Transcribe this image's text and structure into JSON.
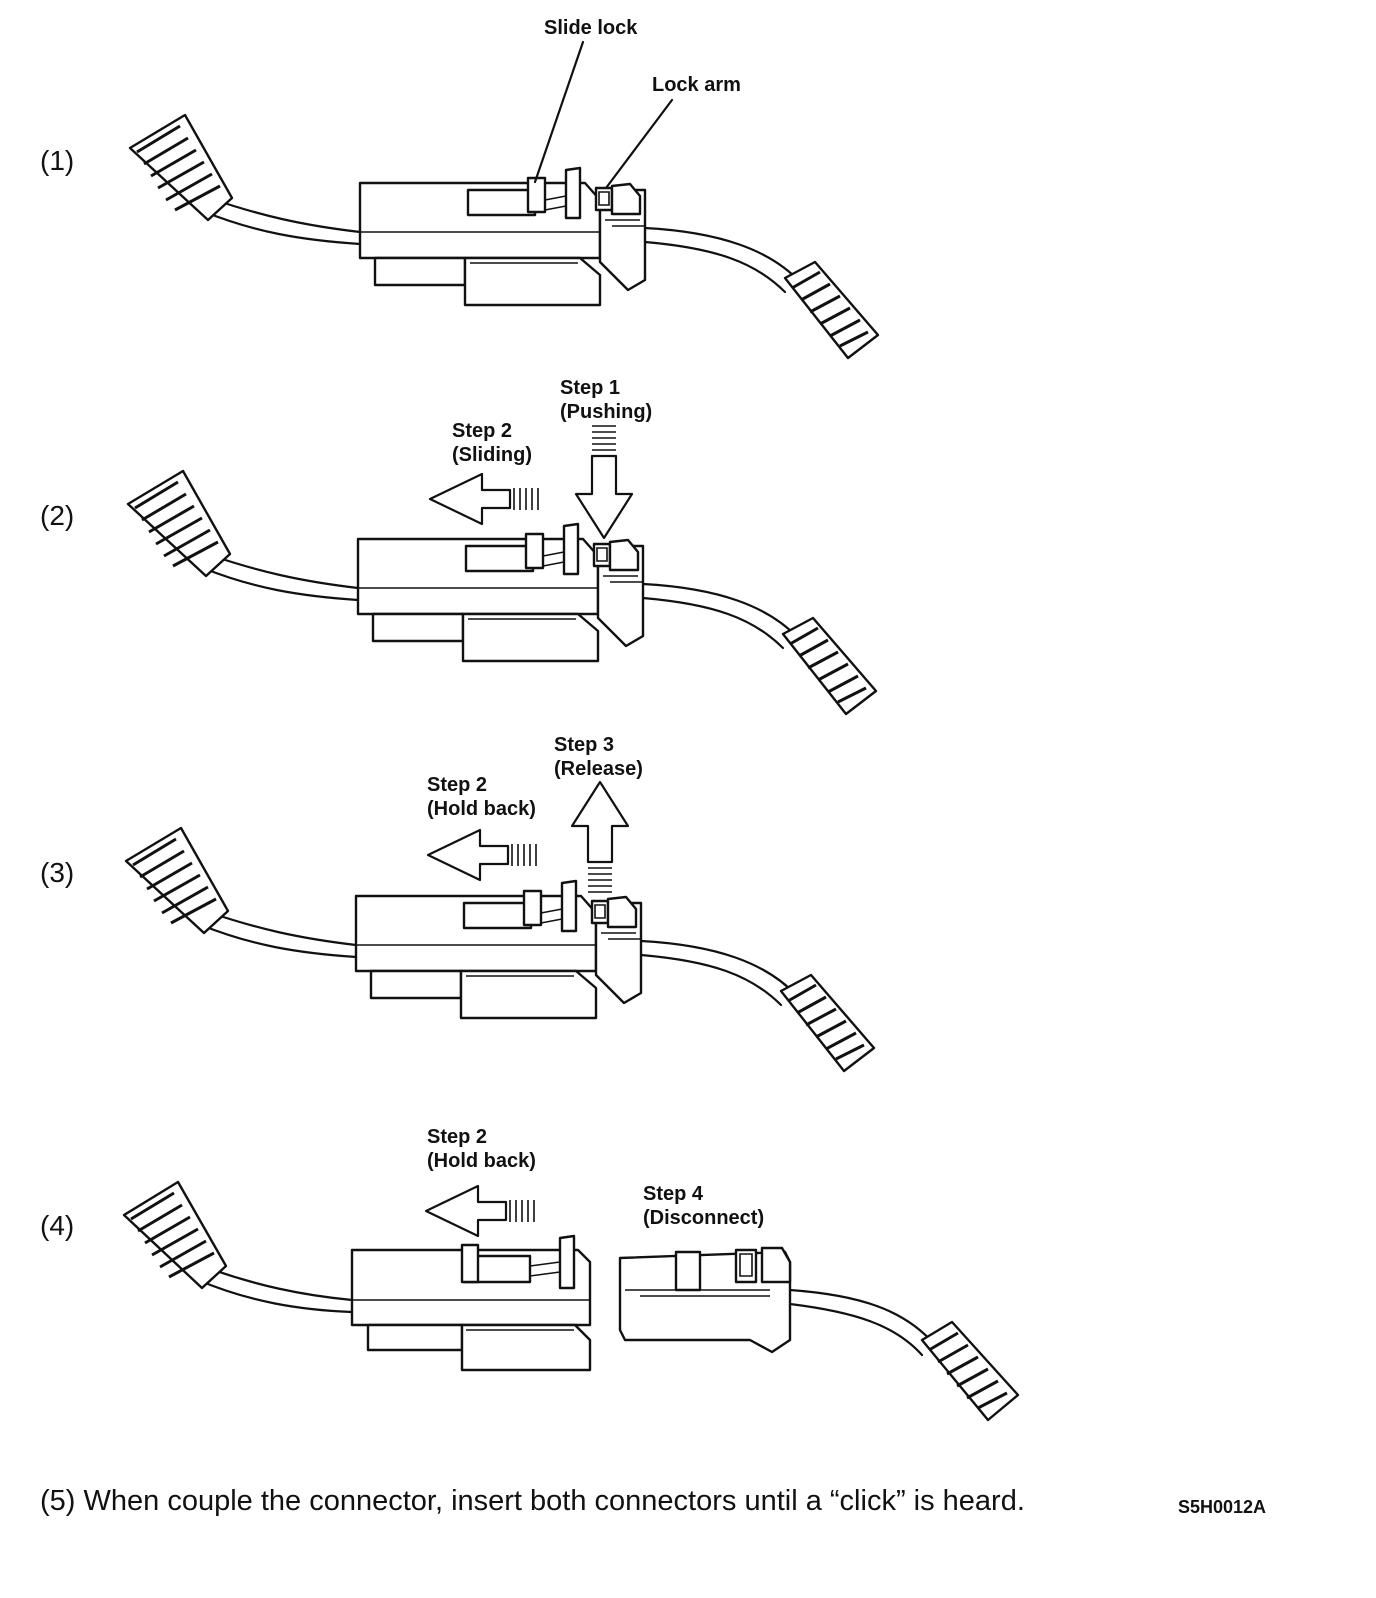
{
  "panels": [
    {
      "number": "(1)",
      "labels": [
        "Slide lock",
        "Lock arm"
      ]
    },
    {
      "number": "(2)",
      "labels": [
        "Step 2",
        "(Sliding)",
        "Step 1",
        "(Pushing)"
      ]
    },
    {
      "number": "(3)",
      "labels": [
        "Step 2",
        "(Hold back)",
        "Step 3",
        "(Release)"
      ]
    },
    {
      "number": "(4)",
      "labels": [
        "Step 2",
        "(Hold back)",
        "Step 4",
        "(Disconnect)"
      ]
    }
  ],
  "footer": {
    "instruction": "(5) When couple the connector, insert both connectors until a “click” is heard.",
    "figure_code": "S5H0012A"
  }
}
